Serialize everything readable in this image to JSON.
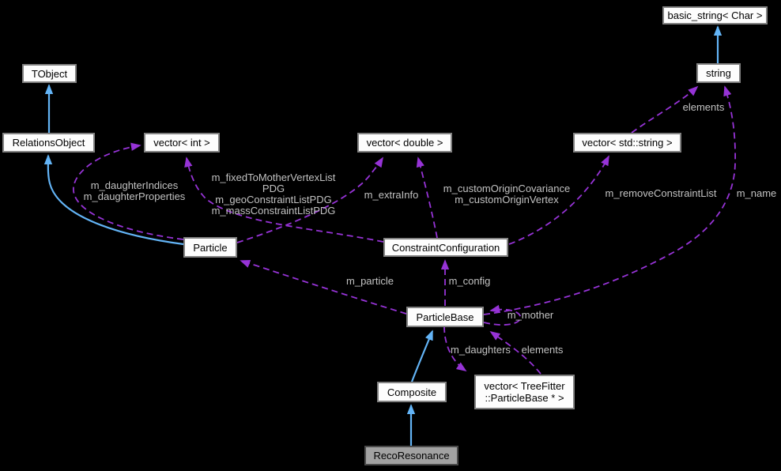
{
  "diagram": {
    "kind": "doxygen-collaboration-graph",
    "colors": {
      "background": "#000000",
      "node_fill": "#fdfdfd",
      "node_border": "#828282",
      "focus_node_fill": "#a2a2a2",
      "inheritance_edge": "#63b4f6",
      "usage_edge": "#9633d6",
      "edge_label_text": "#c2c2c2",
      "node_text": "#000000"
    },
    "nodes": {
      "tobject": {
        "label": "TObject"
      },
      "relations_object": {
        "label": "RelationsObject"
      },
      "vector_int": {
        "label": "vector< int >"
      },
      "vector_double": {
        "label": "vector< double >"
      },
      "vector_std_string": {
        "label": "vector< std::string >"
      },
      "basic_string_char": {
        "label": "basic_string< Char >"
      },
      "string": {
        "label": "string"
      },
      "particle": {
        "label": "Particle"
      },
      "constraint_configuration": {
        "label": "ConstraintConfiguration"
      },
      "particle_base": {
        "label": "ParticleBase"
      },
      "composite": {
        "label": "Composite"
      },
      "vector_treefitter_particlebase": {
        "label": "vector< TreeFitter\n::ParticleBase * >"
      },
      "reco_resonance": {
        "label": "RecoResonance"
      }
    },
    "edge_labels": {
      "daughter_members": {
        "text": "m_daughterIndices\nm_daughterProperties"
      },
      "fixed_constraint_members": {
        "text": "m_fixedToMotherVertexList\nPDG\nm_geoConstraintListPDG\nm_massConstraintListPDG"
      },
      "extra_info": {
        "text": "m_extraInfo"
      },
      "custom_origin_members": {
        "text": "m_customOriginCovariance\nm_customOriginVertex"
      },
      "remove_constraint_list": {
        "text": "m_removeConstraintList"
      },
      "name": {
        "text": "m_name"
      },
      "elements_to_string": {
        "text": "elements"
      },
      "particle_member": {
        "text": "m_particle"
      },
      "config": {
        "text": "m_config"
      },
      "mother": {
        "text": "m_mother"
      },
      "daughters": {
        "text": "m_daughters"
      },
      "elements_to_particlebase": {
        "text": "elements"
      }
    }
  }
}
